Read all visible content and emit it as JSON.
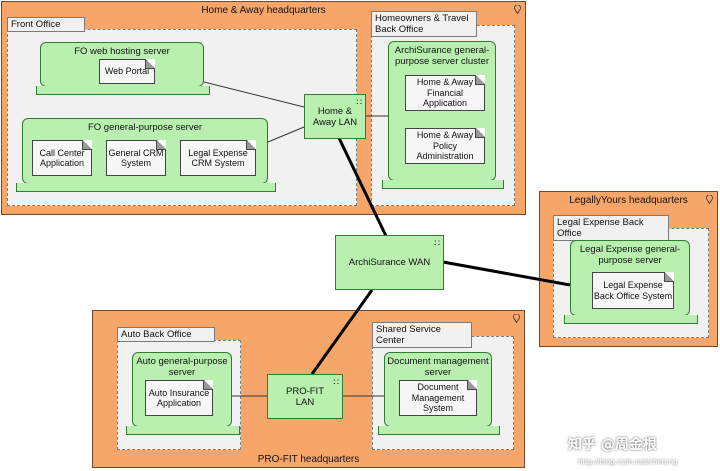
{
  "locations": {
    "home_away": "Home & Away headquarters",
    "legally_yours": "LegallyYours headquarters",
    "pro_fit": "PRO-FIT headquarters"
  },
  "sites": {
    "front_office": "Front Office",
    "hometravel_back": "Homeowners & Travel Back Office",
    "legal_back": "Legal Expense Back Office",
    "auto_back": "Auto Back Office",
    "shared_service": "Shared Service Center"
  },
  "nodes": {
    "fo_web": "FO web hosting server",
    "fo_general": "FO general-purpose server",
    "archisurance_cluster": "ArchiSurance general-purpose server cluster",
    "legal_general": "Legal Expense general-purpose server",
    "auto_general": "Auto general-purpose server",
    "doc_mgmt": "Document management server"
  },
  "artifacts": {
    "web_portal": "Web Portal",
    "call_center": "Call Center Application",
    "general_crm": "General CRM System",
    "legal_crm": "Legal Expense CRM System",
    "ha_financial": "Home & Away Financial Application",
    "ha_policy": "Home & Away Policy Administration",
    "legal_backoffice": "Legal Expense Back Office System",
    "auto_insurance": "Auto Insurance Application",
    "doc_mgmt_system": "Document Management System"
  },
  "networks": {
    "ha_lan": "Home & Away LAN",
    "wan": "ArchiSurance WAN",
    "profit_lan": "PRO-FIT LAN"
  },
  "network_icon": "network-icon",
  "location_icon": "location-pin-icon",
  "colors": {
    "location": "#f7a66a",
    "node": "#b9f0b0",
    "site": "#f1f1f1",
    "artifact": "#f7f7f7"
  },
  "watermark": {
    "text": "知乎 @周金根",
    "url": "http://blog.csdn.net/chktang"
  }
}
